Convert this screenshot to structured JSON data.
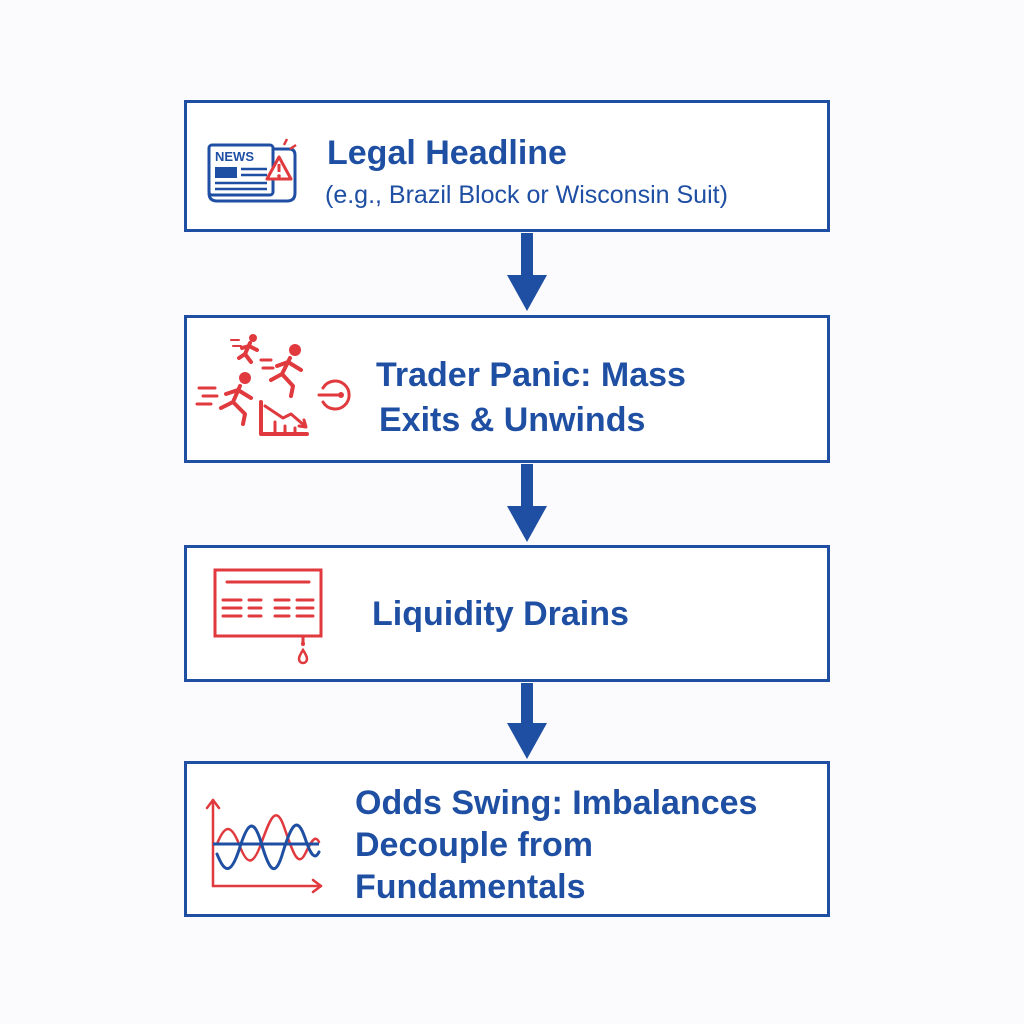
{
  "steps": [
    {
      "title": "Legal Headline",
      "subtitle": "(e.g., Brazil Block or Wisconsin Suit)",
      "icon": "newspaper-warning-icon",
      "icon_text": "NEWS"
    },
    {
      "title_line1": "Trader Panic: Mass",
      "title_line2": "Exits & Unwinds",
      "icon": "running-traders-icon"
    },
    {
      "title": "Liquidity Drains",
      "icon": "draining-order-book-icon"
    },
    {
      "title_line1": "Odds Swing: Imbalances",
      "title_line2": "Decouple from",
      "title_line3": "Fundamentals",
      "icon": "oscillating-chart-icon"
    }
  ],
  "colors": {
    "primary_blue": "#1f4fa3",
    "accent_red": "#e0393e"
  }
}
